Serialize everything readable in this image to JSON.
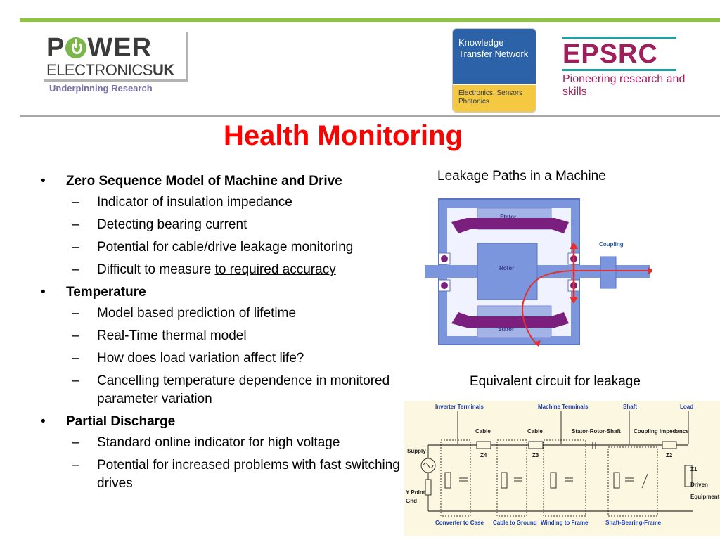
{
  "header": {
    "power_logo": {
      "power_text": "POWER",
      "electronics_text": "ELECTRONICS",
      "uk_text": "UK",
      "tagline": "Underpinning Research"
    },
    "ktn_logo": {
      "title": "Knowledge Transfer Network",
      "subtitle": "Electronics, Sensors Photonics"
    },
    "epsrc_logo": {
      "name": "EPSRC",
      "tagline": "Pioneering research and skills"
    },
    "colors": {
      "top_bar": "#8cc63f",
      "title": "#ff0000",
      "epsrc": "#a21d5b",
      "ktn_blue": "#2b62a8",
      "ktn_yellow": "#f5c842"
    }
  },
  "title": "Health Monitoring",
  "bullets": [
    {
      "label": "Zero Sequence Model of Machine and Drive",
      "sub": [
        "Indicator of insulation impedance",
        "Detecting bearing current",
        "Potential for cable/drive leakage monitoring",
        "Difficult to measure to required accuracy"
      ]
    },
    {
      "label": "Temperature",
      "sub": [
        "Model based prediction of lifetime",
        "Real-Time thermal model",
        "How does load variation affect life?",
        "Cancelling temperature dependence in monitored parameter variation"
      ]
    },
    {
      "label": "Partial Discharge",
      "sub": [
        "Standard online indicator for high voltage",
        "Potential for increased problems with fast switching drives"
      ]
    }
  ],
  "underlined_phrase": "to required accuracy",
  "leakage_caption": "Leakage Paths in a Machine",
  "machine_diagram": {
    "stator_top": "Stator",
    "rotor": "Rotor",
    "stator_bottom": "Stator",
    "coupling": "Coupling"
  },
  "circuit_caption": "Equivalent circuit for leakage",
  "circuit_diagram": {
    "inverter_terminals": "Inverter Terminals",
    "machine_terminals": "Machine Terminals",
    "shaft": "Shaft",
    "load": "Load",
    "cable1": "Cable",
    "cable2": "Cable",
    "stator_rotor_shaft": "Stator-Rotor-Shaft",
    "coupling_impedance": "Coupling Impedance",
    "z4": "Z4",
    "z3": "Z3",
    "z2": "Z2",
    "z1": "Z1",
    "driven": "Driven",
    "equipment": "Equipment",
    "supply": "Supply",
    "y_point": "Y  Point",
    "gnd": "Gnd",
    "converter_to_case": "Converter to Case",
    "cable_to_ground": "Cable to Ground",
    "winding_to_frame": "Winding to Frame",
    "shaft_bearing_frame": "Shaft-Bearing-Frame"
  }
}
